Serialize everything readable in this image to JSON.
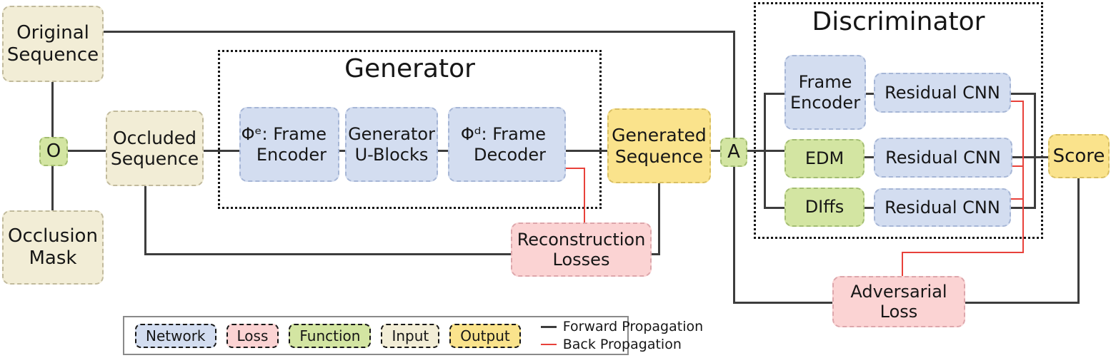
{
  "nodes": {
    "original_sequence": "Original\nSequence",
    "o_op": "O",
    "occlusion_mask": "Occlusion\nMask",
    "occluded_sequence": "Occluded\nSequence",
    "generator_title": "Generator",
    "gen_frame_encoder": "Φᵉ: Frame\nEncoder",
    "gen_ublocks": "Generator\nU-Blocks",
    "gen_frame_decoder": "Φᵈ: Frame\nDecoder",
    "generated_sequence": "Generated\nSequence",
    "a_op": "A",
    "discriminator_title": "Discriminator",
    "disc_frame_encoder": "Frame\nEncoder",
    "residual_cnn_1": "Residual CNN",
    "edm": "EDM",
    "residual_cnn_2": "Residual CNN",
    "diffs": "DIffs",
    "residual_cnn_3": "Residual CNN",
    "score": "Score",
    "reconstruction_losses": "Reconstruction\nLosses",
    "adversarial_loss": "Adversarial\nLoss"
  },
  "legend": {
    "network": "Network",
    "loss": "Loss",
    "function": "Function",
    "input": "Input",
    "output": "Output",
    "forward": "Forward Propagation",
    "back": "Back Propagation"
  },
  "colors": {
    "network_fill": "#d3ddf0",
    "loss_fill": "#fbd3d3",
    "function_fill": "#d3e5a2",
    "input_fill": "#f2edd6",
    "output_fill": "#fae38c",
    "forward_line": "#3d3d3d",
    "back_line": "#e8413a"
  }
}
